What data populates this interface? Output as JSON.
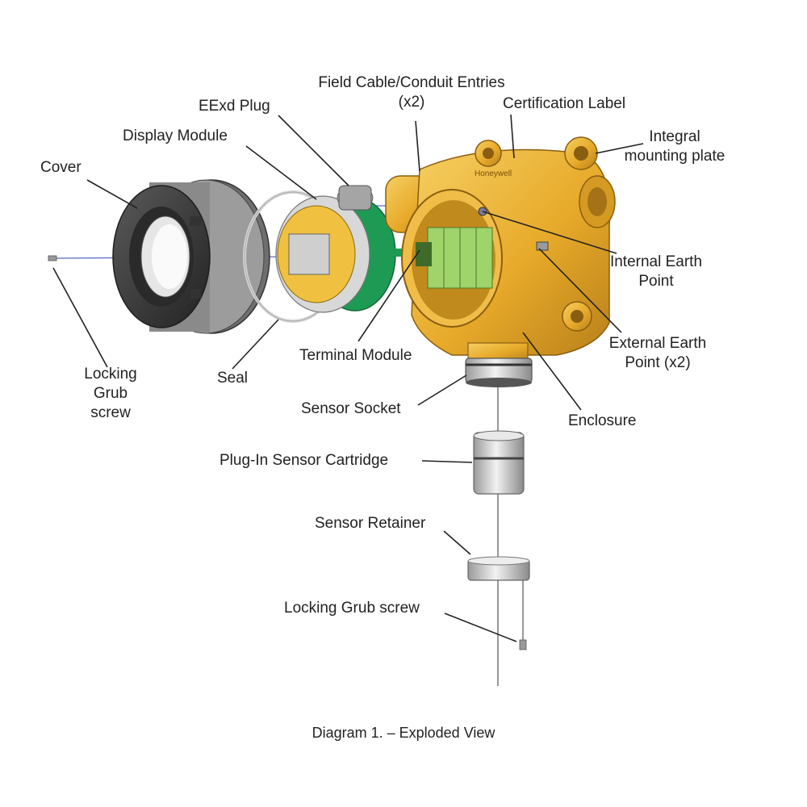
{
  "labels": {
    "field_cable_entries": "Field Cable/Conduit Entries\n(x2)",
    "certification_label": "Certification Label",
    "integral_mounting_plate": "Integral\nmounting plate",
    "eexd_plug": "EExd Plug",
    "display_module": "Display Module",
    "cover": "Cover",
    "internal_earth_point": "Internal Earth\nPoint",
    "external_earth_point": "External Earth\nPoint (x2)",
    "terminal_module": "Terminal Module",
    "locking_grub_screw_left": "Locking\nGrub\nscrew",
    "seal": "Seal",
    "sensor_socket": "Sensor Socket",
    "enclosure": "Enclosure",
    "plug_in_sensor_cartridge": "Plug-In Sensor Cartridge",
    "sensor_retainer": "Sensor Retainer",
    "locking_grub_screw_bottom": "Locking Grub screw"
  },
  "caption": "Diagram 1. – Exploded View",
  "enclosure_brand": "Honeywell",
  "colors": {
    "enclosure_gold": "#e8ae2c",
    "cover_dark": "#3a3a3a",
    "display_green": "#1e9a55",
    "terminal_green": "#9ed46a",
    "sensor_silver": "#c8c8c8"
  }
}
